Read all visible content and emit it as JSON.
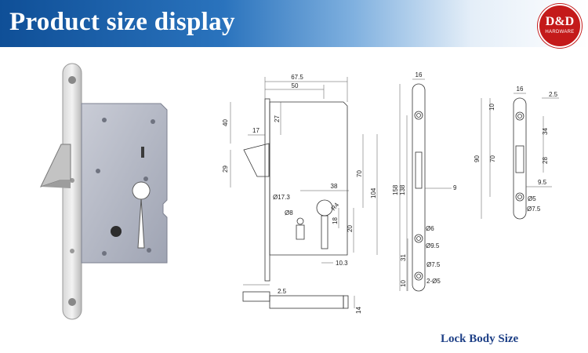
{
  "header": {
    "title": "Product size display",
    "logo_main": "D&D",
    "logo_sub": "HARDWARE"
  },
  "drawing": {
    "front_labels": {
      "d67_5": "67.5",
      "d50": "50",
      "d40": "40",
      "d27": "27",
      "d17": "17",
      "d29": "29",
      "d70": "70",
      "d104": "104",
      "d38": "38",
      "d17_3": "Ø17.3",
      "d8": "Ø8",
      "d_r4": "R4",
      "d18": "18",
      "d20": "20",
      "d10_3": "10.3",
      "d2_5_bolt": "2.5",
      "d14": "14"
    },
    "side_labels": {
      "d16": "16",
      "d158": "158",
      "d138": "138",
      "d9": "9",
      "d6": "Ø6",
      "d9_5": "Ø9.5",
      "d31": "31",
      "d7_5": "Ø7.5",
      "d10": "10",
      "d2_5": "2-Ø5"
    },
    "plate_labels": {
      "d16": "16",
      "d2_5": "2.5",
      "d10": "10",
      "d34": "34",
      "d90": "90",
      "d70": "70",
      "d28": "28",
      "d9_5": "9.5",
      "d5": "Ø5",
      "d7_5": "Ø7.5"
    }
  },
  "caption": "Lock Body Size",
  "colors": {
    "banner_start": "#0f4f97",
    "logo_red": "#c41a1a",
    "caption_blue": "#1d3f86"
  },
  "icons": {
    "logo": "dd-hardware-logo",
    "photo": "lock-body-photo"
  }
}
